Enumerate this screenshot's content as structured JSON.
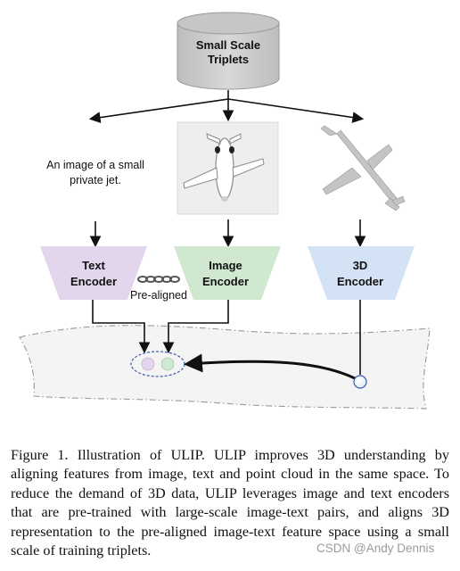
{
  "figure": {
    "database_label_line1": "Small Scale",
    "database_label_line2": "Triplets",
    "text_sample_line1": "An image of a small",
    "text_sample_line2": "private jet.",
    "text_encoder_line1": "Text",
    "text_encoder_line2": "Encoder",
    "image_encoder_line1": "Image",
    "image_encoder_line2": "Encoder",
    "pc_encoder_line1": "3D",
    "pc_encoder_line2": "Encoder",
    "pre_aligned_label": "Pre-aligned",
    "colors": {
      "text_encoder": "#e3d5ec",
      "image_encoder": "#cfe8cf",
      "pc_encoder": "#d3e2f5",
      "database": "#cfcfcf"
    }
  },
  "caption": "Figure 1. Illustration of ULIP. ULIP improves 3D understanding by aligning features from image, text and point cloud in the same space. To reduce the demand of 3D data, ULIP leverages image and text encoders that are pre-trained with large-scale image-text pairs, and aligns 3D representation to the pre-aligned image-text feature space using a small scale of training triplets.",
  "watermark": "CSDN @Andy Dennis"
}
